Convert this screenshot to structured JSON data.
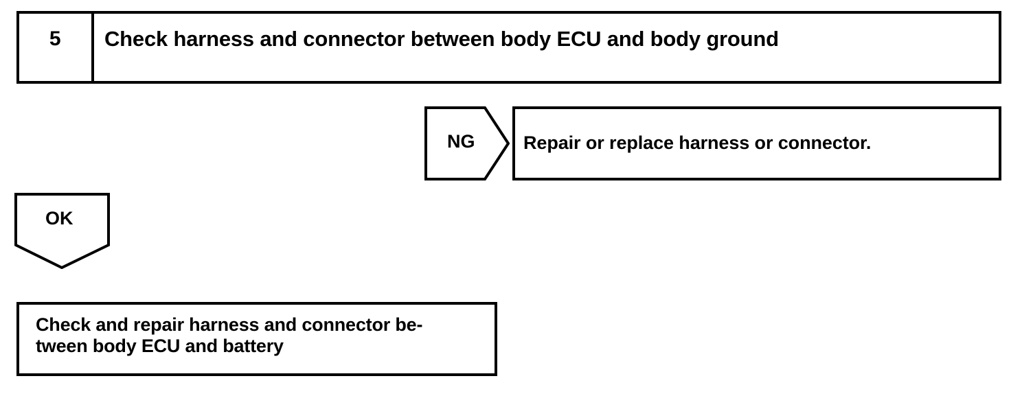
{
  "document": {
    "type": "troubleshooting-flowchart",
    "line_color": "#000000",
    "background_color": "#ffffff",
    "text_color": "#000000"
  },
  "step": {
    "number": "5",
    "title": "Check harness and connector between body ECU and body ground"
  },
  "branches": {
    "ng": {
      "label": "NG",
      "direction": "right",
      "result_box_text": "Repair or replace harness or connector."
    },
    "ok": {
      "label": "OK",
      "direction": "down",
      "result_box_text": "Check and repair harness and connector be-\ntween body ECU and battery"
    }
  }
}
